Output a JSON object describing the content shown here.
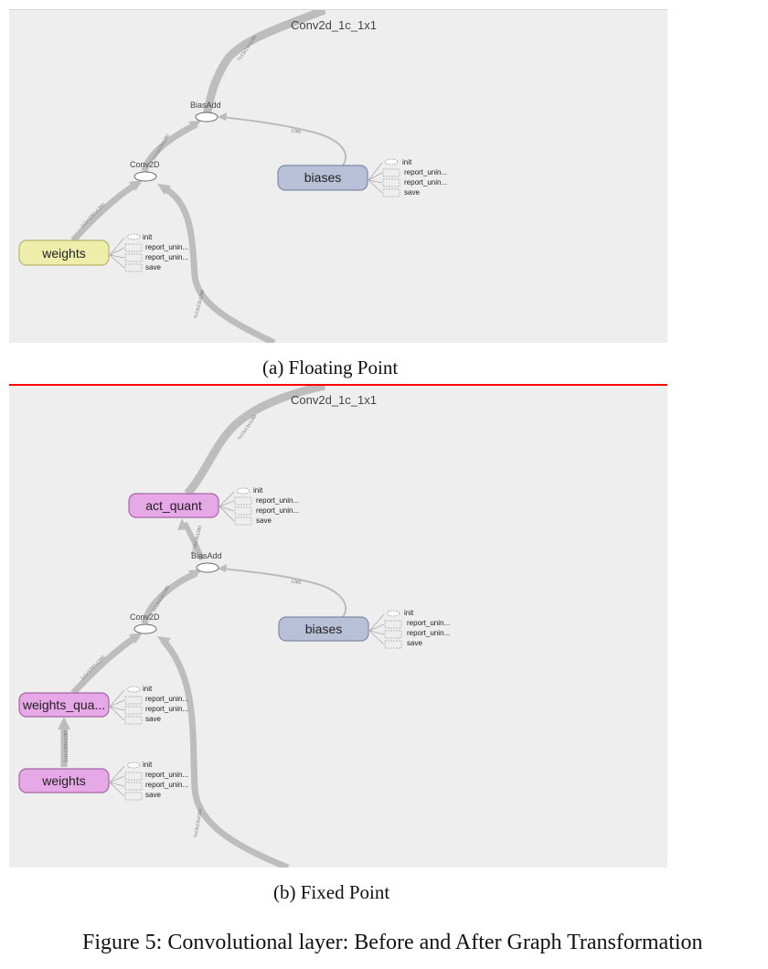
{
  "panel_a": {
    "title": "Conv2d_1c_1x1",
    "ops": {
      "conv": "Conv2D",
      "biasadd": "BiasAdd"
    },
    "nodes": {
      "weights": "weights",
      "biases": "biases"
    },
    "aux_labels": [
      "init",
      "report_unin...",
      "report_unin...",
      "save"
    ],
    "edge_labels": [
      "?x13x13x1280",
      "?x13x13x1280",
      "1280",
      "1x1x1280x1280",
      "?x13x13x1280"
    ],
    "caption": "(a) Floating Point",
    "colors": {
      "weights": "#eeeeaa",
      "biases": "#b8c0d8"
    }
  },
  "panel_b": {
    "title": "Conv2d_1c_1x1",
    "ops": {
      "conv": "Conv2D",
      "biasadd": "BiasAdd"
    },
    "nodes": {
      "act_quant": "act_quant",
      "biases": "biases",
      "weights_quant": "weights_qua...",
      "weights": "weights"
    },
    "aux_labels": [
      "init",
      "report_unin...",
      "report_unin...",
      "save"
    ],
    "edge_labels": [
      "?x13x13x1280",
      "?x13x13x1280",
      "?x13x13x1280",
      "1280",
      "1x1x1280x1280",
      "1x1x1280x1280",
      "?x13x13x1280"
    ],
    "caption": "(b) Fixed Point",
    "colors": {
      "quant": "#e6a8e6",
      "biases": "#b8c0d8",
      "separator": "#ff0000"
    }
  },
  "figure_caption": "Figure 5: Convolutional layer: Before and After Graph Transformation"
}
